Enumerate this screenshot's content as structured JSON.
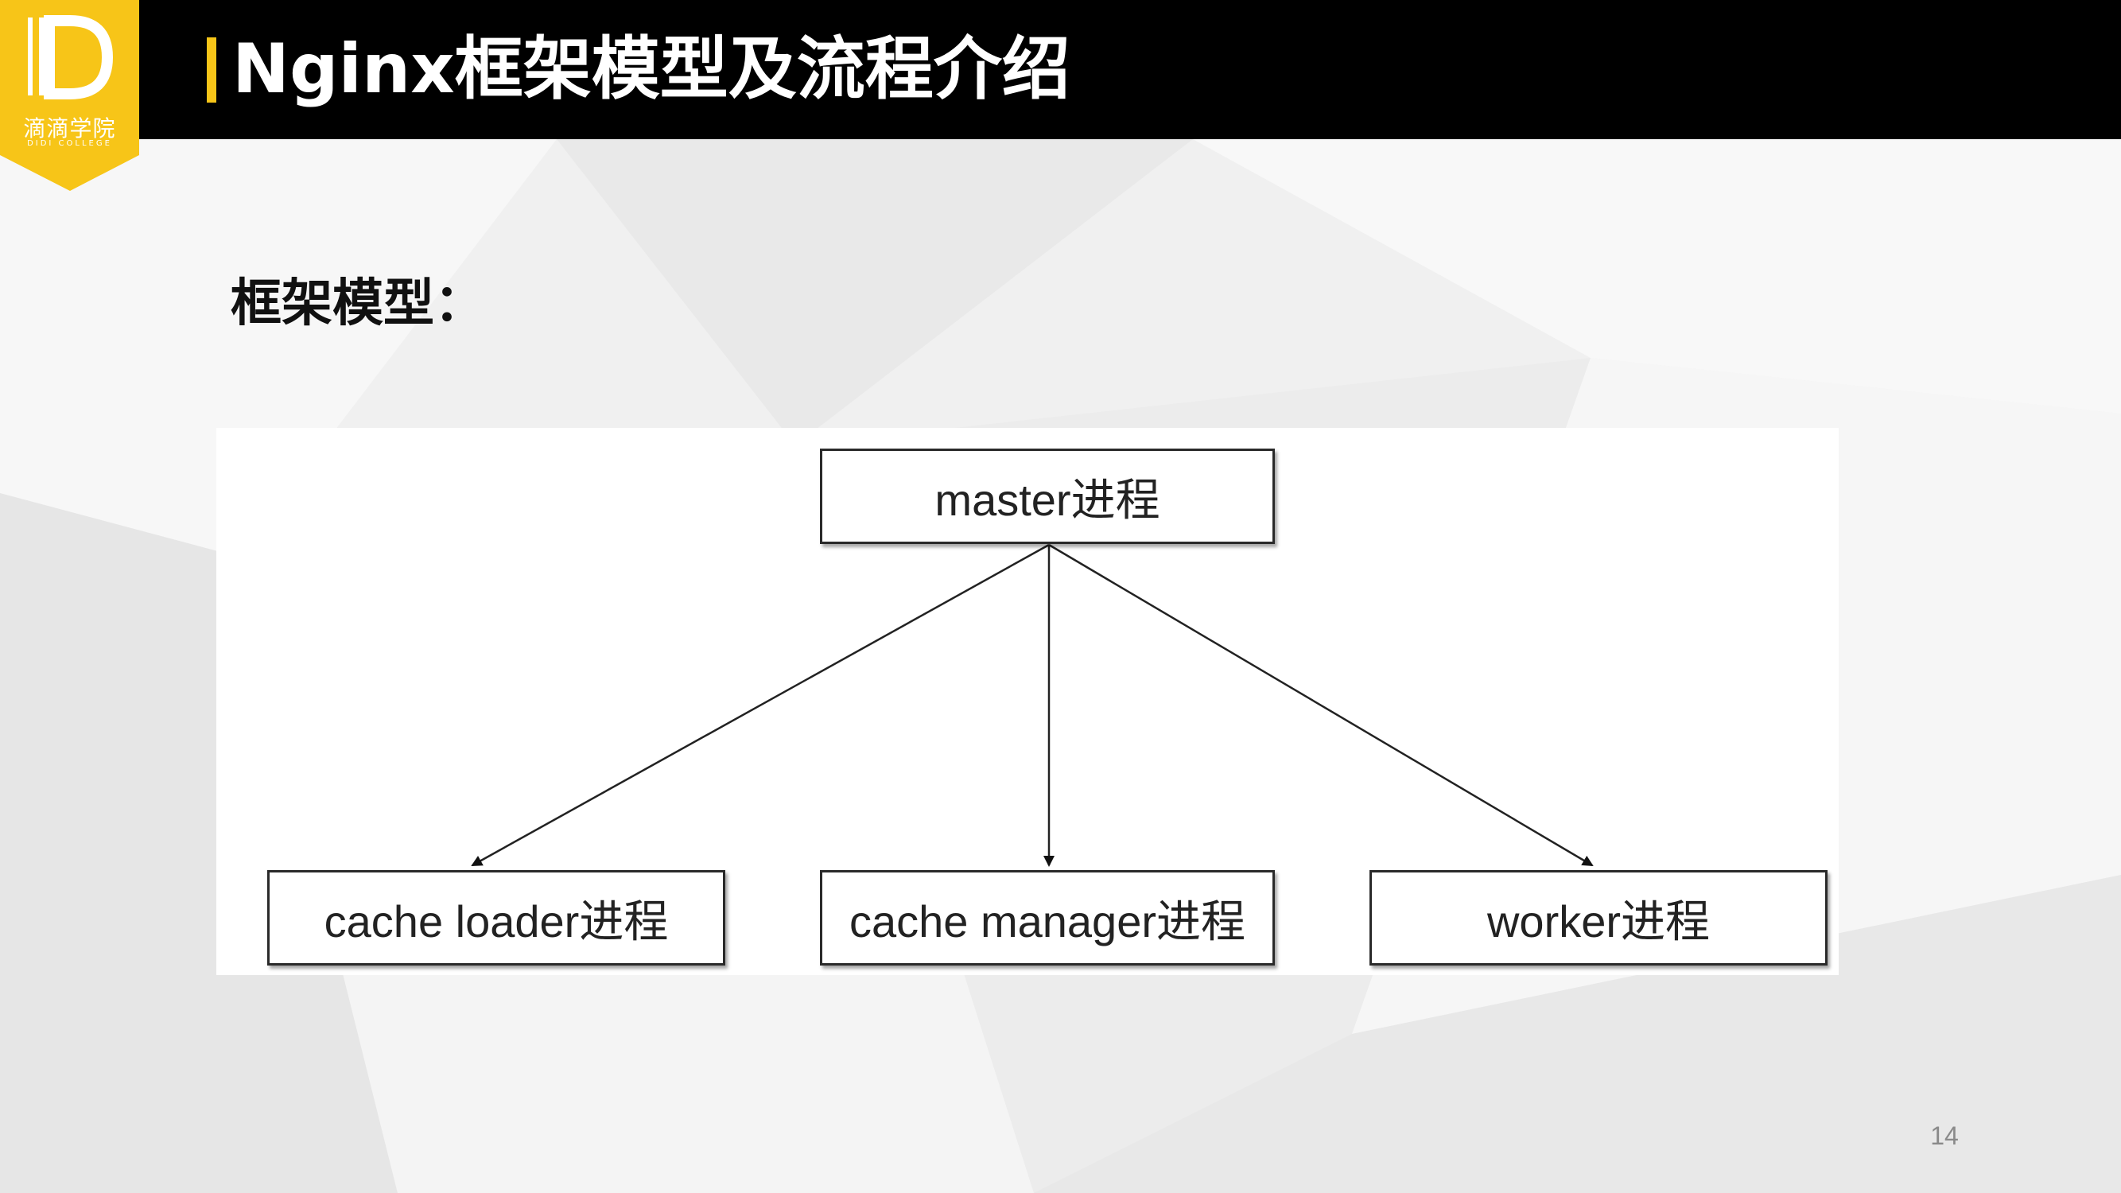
{
  "header": {
    "title": "Nginx框架模型及流程介绍",
    "accent_color": "#f7c518"
  },
  "logo": {
    "letter": "D",
    "name_cn": "滴滴学院",
    "name_en": "DIDI COLLEGE"
  },
  "section": {
    "subtitle": "框架模型："
  },
  "diagram": {
    "nodes": {
      "master": "master进程",
      "cache_loader": "cache loader进程",
      "cache_manager": "cache manager进程",
      "worker": "worker进程"
    },
    "edges": [
      {
        "from": "master",
        "to": "cache_loader"
      },
      {
        "from": "master",
        "to": "cache_manager"
      },
      {
        "from": "master",
        "to": "worker"
      }
    ]
  },
  "footer": {
    "page_number": "14"
  }
}
